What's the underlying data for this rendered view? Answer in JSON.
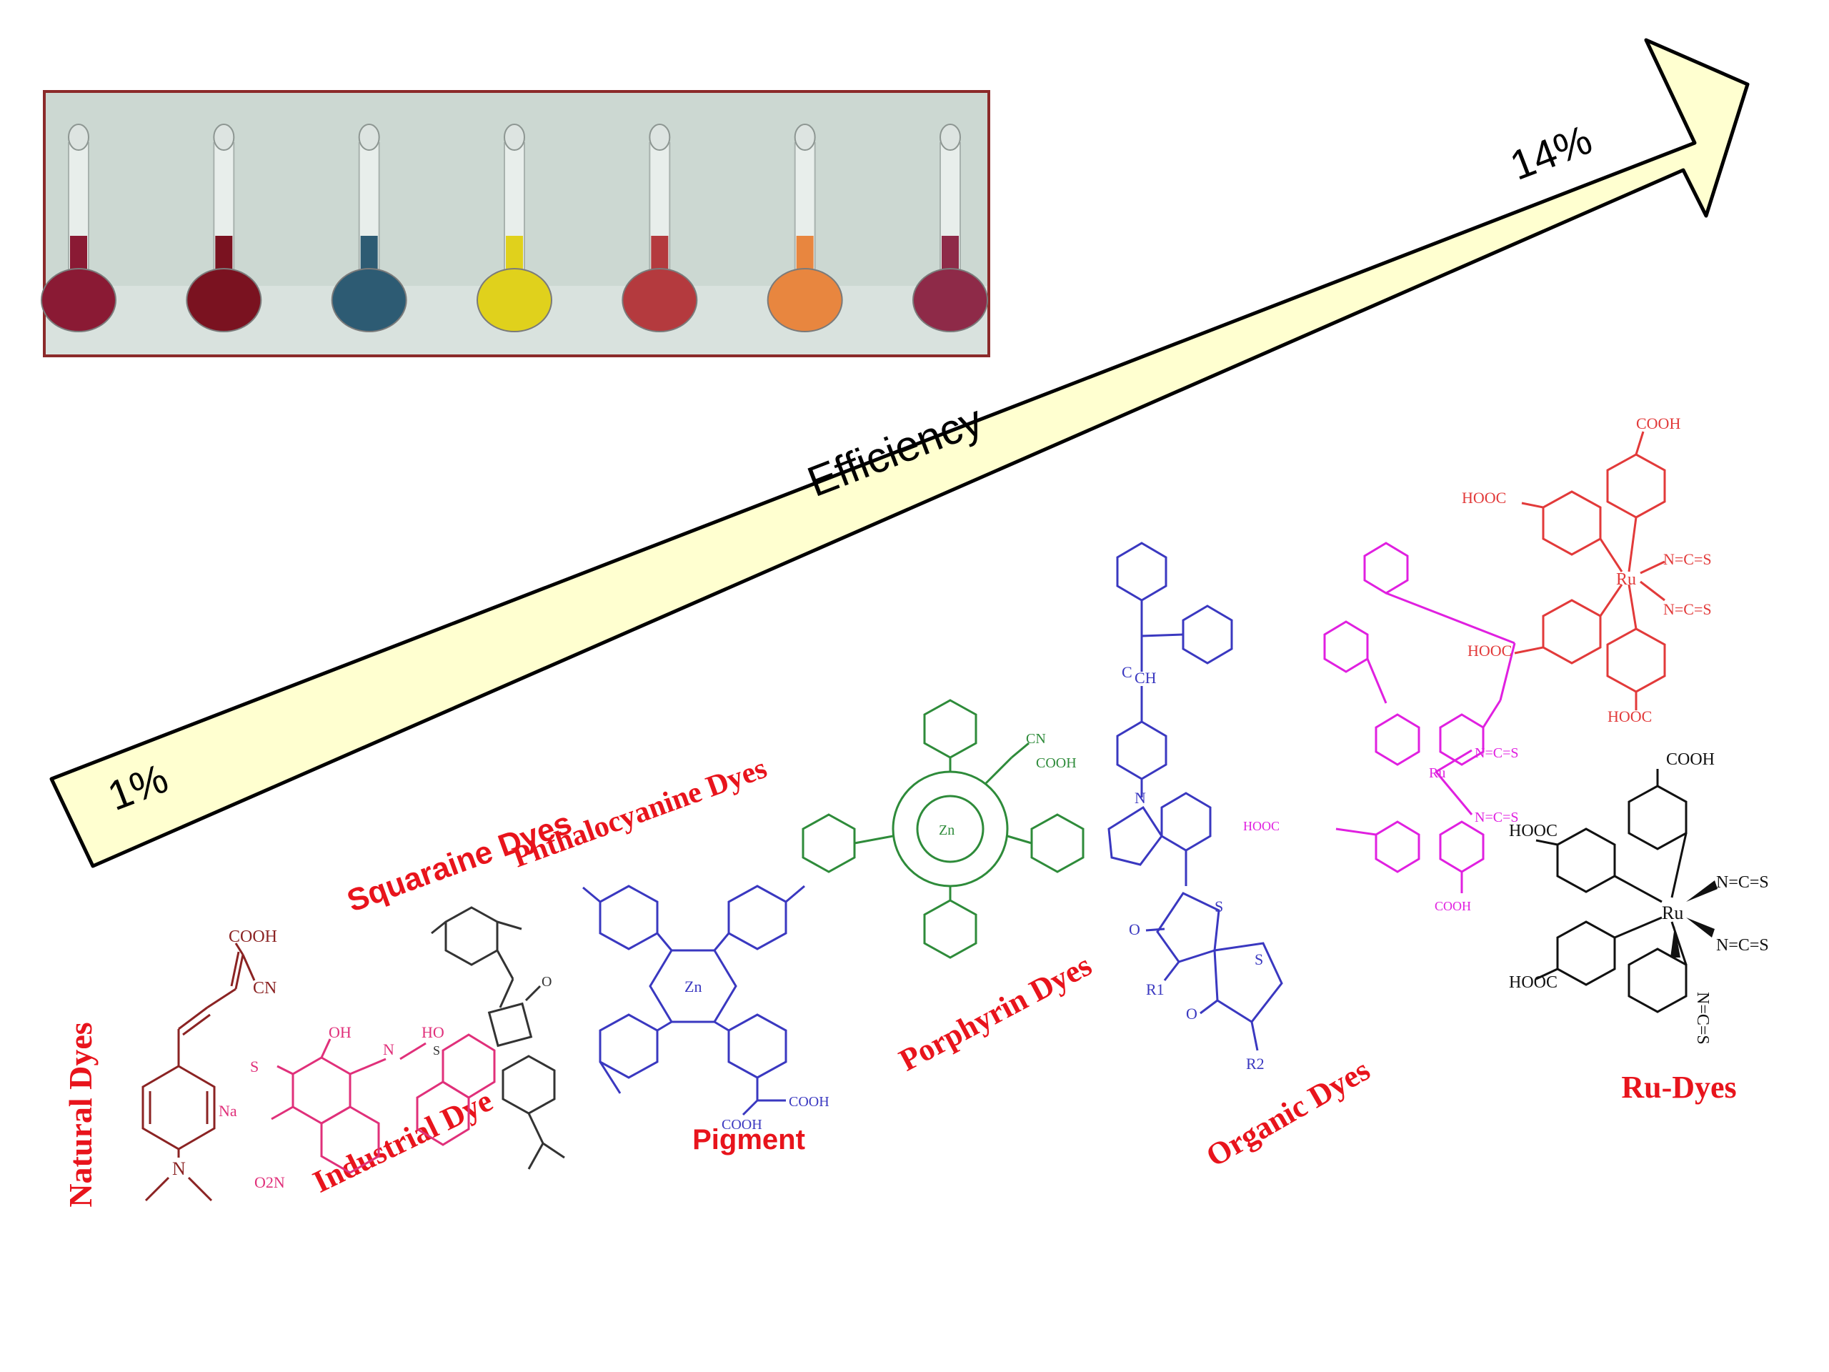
{
  "arrow": {
    "label": "Efficiency",
    "start_value": "1%",
    "end_value": "14%",
    "fill_color": "#ffffd0"
  },
  "photo": {
    "flask_colors": [
      "#8a1a34",
      "#7a1220",
      "#2d5b73",
      "#e0d11c",
      "#b43a3e",
      "#e8863f",
      "#8e2a48"
    ]
  },
  "categories": {
    "natural": "Natural Dyes",
    "industrial": "Industrial Dye",
    "squaraine": "Squaraine Dyes",
    "phthalocyanine": "Phthalocyanine Dyes",
    "pigment": "Pigment",
    "porphyrin": "Porphyrin Dyes",
    "organic": "Organic Dyes",
    "ru": "Ru-Dyes"
  },
  "colors": {
    "label_red": "#e8141c",
    "natural": "#8b2323",
    "industrial": "#e0307a",
    "squaraine": "#333333",
    "phthalocyanine": "#3a38c0",
    "porphyrin": "#2e8b3a",
    "organic": "#3a38c0",
    "ru_magenta": "#e020e0",
    "ru_red": "#e23a3a",
    "ru_black": "#111111"
  },
  "chem": {
    "cooh": "COOH",
    "hooc": "HOOC",
    "cn": "CN",
    "n": "N",
    "nme2": "N",
    "oh": "OH",
    "ho": "HO",
    "naso": "Na",
    "o": "O",
    "s": "S",
    "so": "S",
    "o2n": "O2N",
    "zn": "Zn",
    "ru": "Ru",
    "ncs": "N=C=S",
    "ch": "CH",
    "c": "C",
    "r1": "R1",
    "r2": "R2"
  }
}
